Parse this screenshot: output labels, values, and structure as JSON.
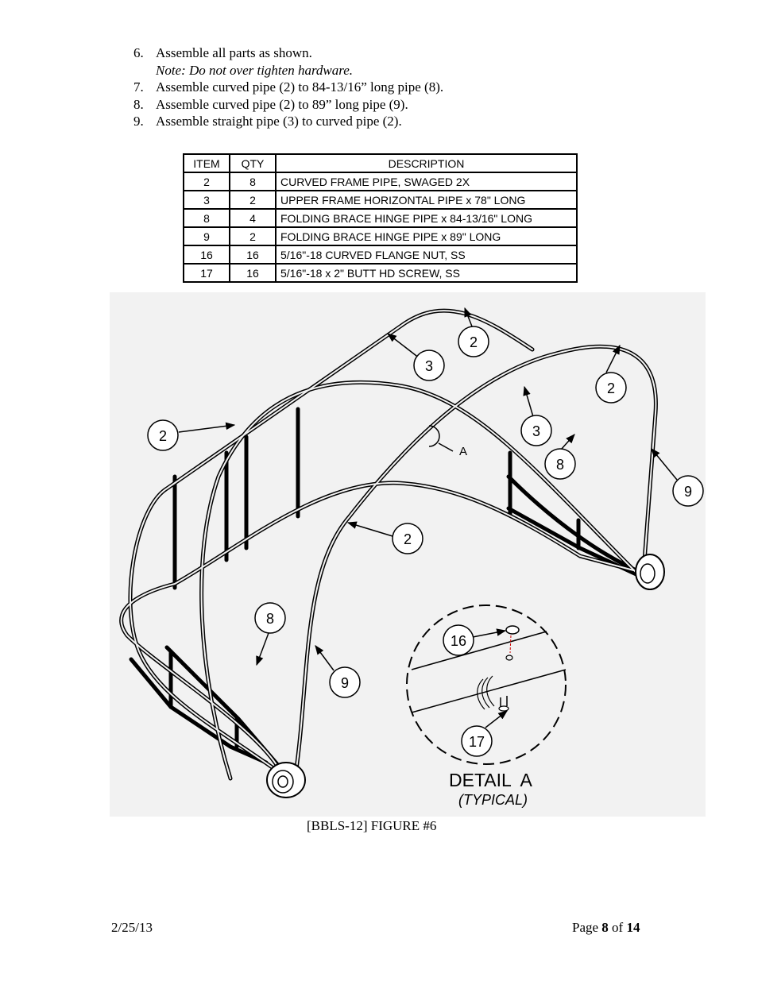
{
  "steps": [
    {
      "num": "6.",
      "text": "Assemble all parts as shown.",
      "note": "Note: Do not over tighten hardware."
    },
    {
      "num": "7.",
      "text": "Assemble curved pipe (2) to 84-13/16” long pipe (8)."
    },
    {
      "num": "8.",
      "text": "Assemble curved pipe (2) to 89” long pipe (9)."
    },
    {
      "num": "9.",
      "text": "Assemble straight pipe (3) to curved pipe (2)."
    }
  ],
  "parts_table": {
    "headers": {
      "item": "ITEM",
      "qty": "QTY",
      "description": "DESCRIPTION"
    },
    "rows": [
      {
        "item": "2",
        "qty": "8",
        "description": "CURVED FRAME PIPE, SWAGED 2X"
      },
      {
        "item": "3",
        "qty": "2",
        "description": "UPPER FRAME HORIZONTAL PIPE x 78\" LONG"
      },
      {
        "item": "8",
        "qty": "4",
        "description": "FOLDING BRACE HINGE PIPE x 84-13/16\" LONG"
      },
      {
        "item": "9",
        "qty": "2",
        "description": "FOLDING BRACE HINGE PIPE x 89\" LONG"
      },
      {
        "item": "16",
        "qty": "16",
        "description": "5/16\"-18 CURVED FLANGE NUT, SS"
      },
      {
        "item": "17",
        "qty": "16",
        "description": "5/16\"-18 x 2\" BUTT HD SCREW, SS"
      }
    ]
  },
  "figure": {
    "callouts": {
      "c1": "2",
      "c2": "3",
      "c3": "2",
      "c4": "2",
      "c5": "3",
      "c6": "8",
      "c7": "9",
      "c8": "2",
      "c9": "8",
      "c10": "9",
      "c11": "16",
      "c12": "17"
    },
    "detail_marker": "A",
    "detail_title": "DETAIL  A",
    "detail_subtitle": "(TYPICAL)",
    "caption": "[BBLS-12] FIGURE #6"
  },
  "footer": {
    "date": "2/25/13",
    "page_prefix": "Page ",
    "page_current": "8",
    "page_mid": " of ",
    "page_total": "14"
  }
}
